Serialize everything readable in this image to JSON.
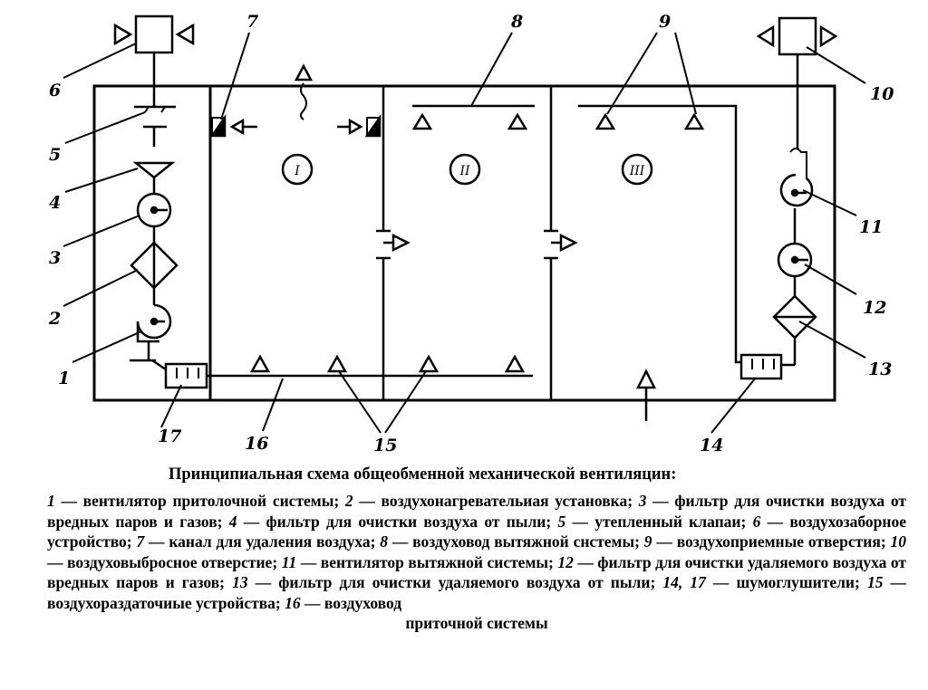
{
  "diagram": {
    "rooms": [
      "I",
      "II",
      "III"
    ],
    "callouts": [
      "1",
      "2",
      "3",
      "4",
      "5",
      "6",
      "7",
      "8",
      "9",
      "10",
      "11",
      "12",
      "13",
      "14",
      "15",
      "16",
      "17"
    ]
  },
  "caption": {
    "title": "Принципиальная схема общеобменной механической вентиляцин:",
    "items": [
      {
        "num": "1",
        "text": " — вентилятор притолочной системы; "
      },
      {
        "num": "2",
        "text": " — воздухонагревательиая установка; "
      },
      {
        "num": "3",
        "text": " — фильтр для очистки воздуха от вредных паров и газов; "
      },
      {
        "num": "4",
        "text": " — фильтр для очистки воздуха от пыли; "
      },
      {
        "num": "5",
        "text": " — утепленный клапаи; "
      },
      {
        "num": "6",
        "text": " — воздухозаборное устройство; "
      },
      {
        "num": "7",
        "text": " — канал для удаления воздуха; "
      },
      {
        "num": "8",
        "text": " — воздуховод вытяжной снстемы; "
      },
      {
        "num": "9",
        "text": " — воздухоприемные отверстия; "
      },
      {
        "num": "10",
        "text": " — воздуховыбросное отверстие; "
      },
      {
        "num": "11",
        "text": " — вентилятор вытяжной системы; "
      },
      {
        "num": "12",
        "text": " — фильтр для очистки удаляемого воздуха от вредных паров и газов; "
      },
      {
        "num": "13",
        "text": " — фильтр для очистки удаляемого воздуха от пыли; "
      },
      {
        "num": "14, 17",
        "text": " — шумоглушители; "
      },
      {
        "num": "15",
        "text": " — воздухораздаточиые устройства; "
      },
      {
        "num": "16",
        "text": " — воздуховод"
      }
    ],
    "end": "приточной системы"
  }
}
